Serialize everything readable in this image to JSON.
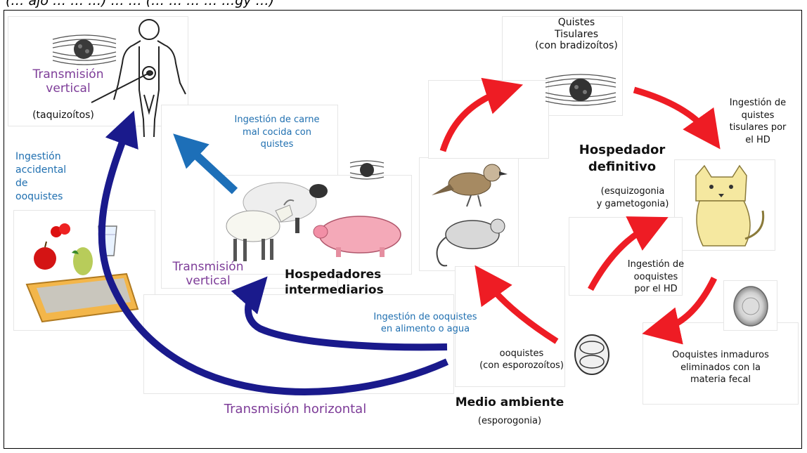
{
  "header_text": "(… ajo … … …) … … (… … … … …gy …)",
  "labels": {
    "quistes_tisulares": "Quistes\nTisulares\n(con bradizoítos)",
    "tv_human": "Transmisión\nvertical",
    "taquizoitos": "(taquizoítos)",
    "ingestion_accidental": "Ingestión\naccidental\nde\nooquistes",
    "ingestion_carne": "Ingestión de carne\nmal cocida con\nquistes",
    "tv_animals": "Transmisión\nvertical",
    "hosp_intermedios": "Hospedadores\nintermediarios",
    "ingestion_ooq_alimento": "Ingestión de ooquistes\nen alimento o agua",
    "ooquistes_esporozoitos": "ooquistes\n(con esporozoítos)",
    "medio_ambiente": "Medio ambiente",
    "esporogonia": "(esporogonia)",
    "transmision_horizontal": "Transmisión horizontal",
    "hosp_definitivo": "Hospedador\ndefinitivo",
    "esquizogonia": "(esquizogonia\ny gametogonia)",
    "ingestion_quistes_hd": "Ingestión de\nquistes\ntisulares por\nel HD",
    "ingestion_ooq_hd": "Ingestión de\nooquistes\npor el HD",
    "ooquistes_inmaduros": "Ooquistes inmaduros\neliminados con la\nmateria fecal"
  },
  "colors": {
    "arrow_red": "#ee1c24",
    "arrow_navy": "#1a1a8c",
    "arrow_blue": "#1d6fb8",
    "purple_text": "#7d3c98",
    "blue_text": "#1f6fb0"
  },
  "icons": [
    "human-body-icon",
    "tissue-cyst-icon",
    "fruit-icon",
    "water-glass-icon",
    "litter-box-icon",
    "goat-icon",
    "sheep-icon",
    "pig-icon",
    "bird-icon",
    "rat-icon",
    "cat-icon",
    "oocyst-icon",
    "sporulated-oocyst-icon"
  ]
}
